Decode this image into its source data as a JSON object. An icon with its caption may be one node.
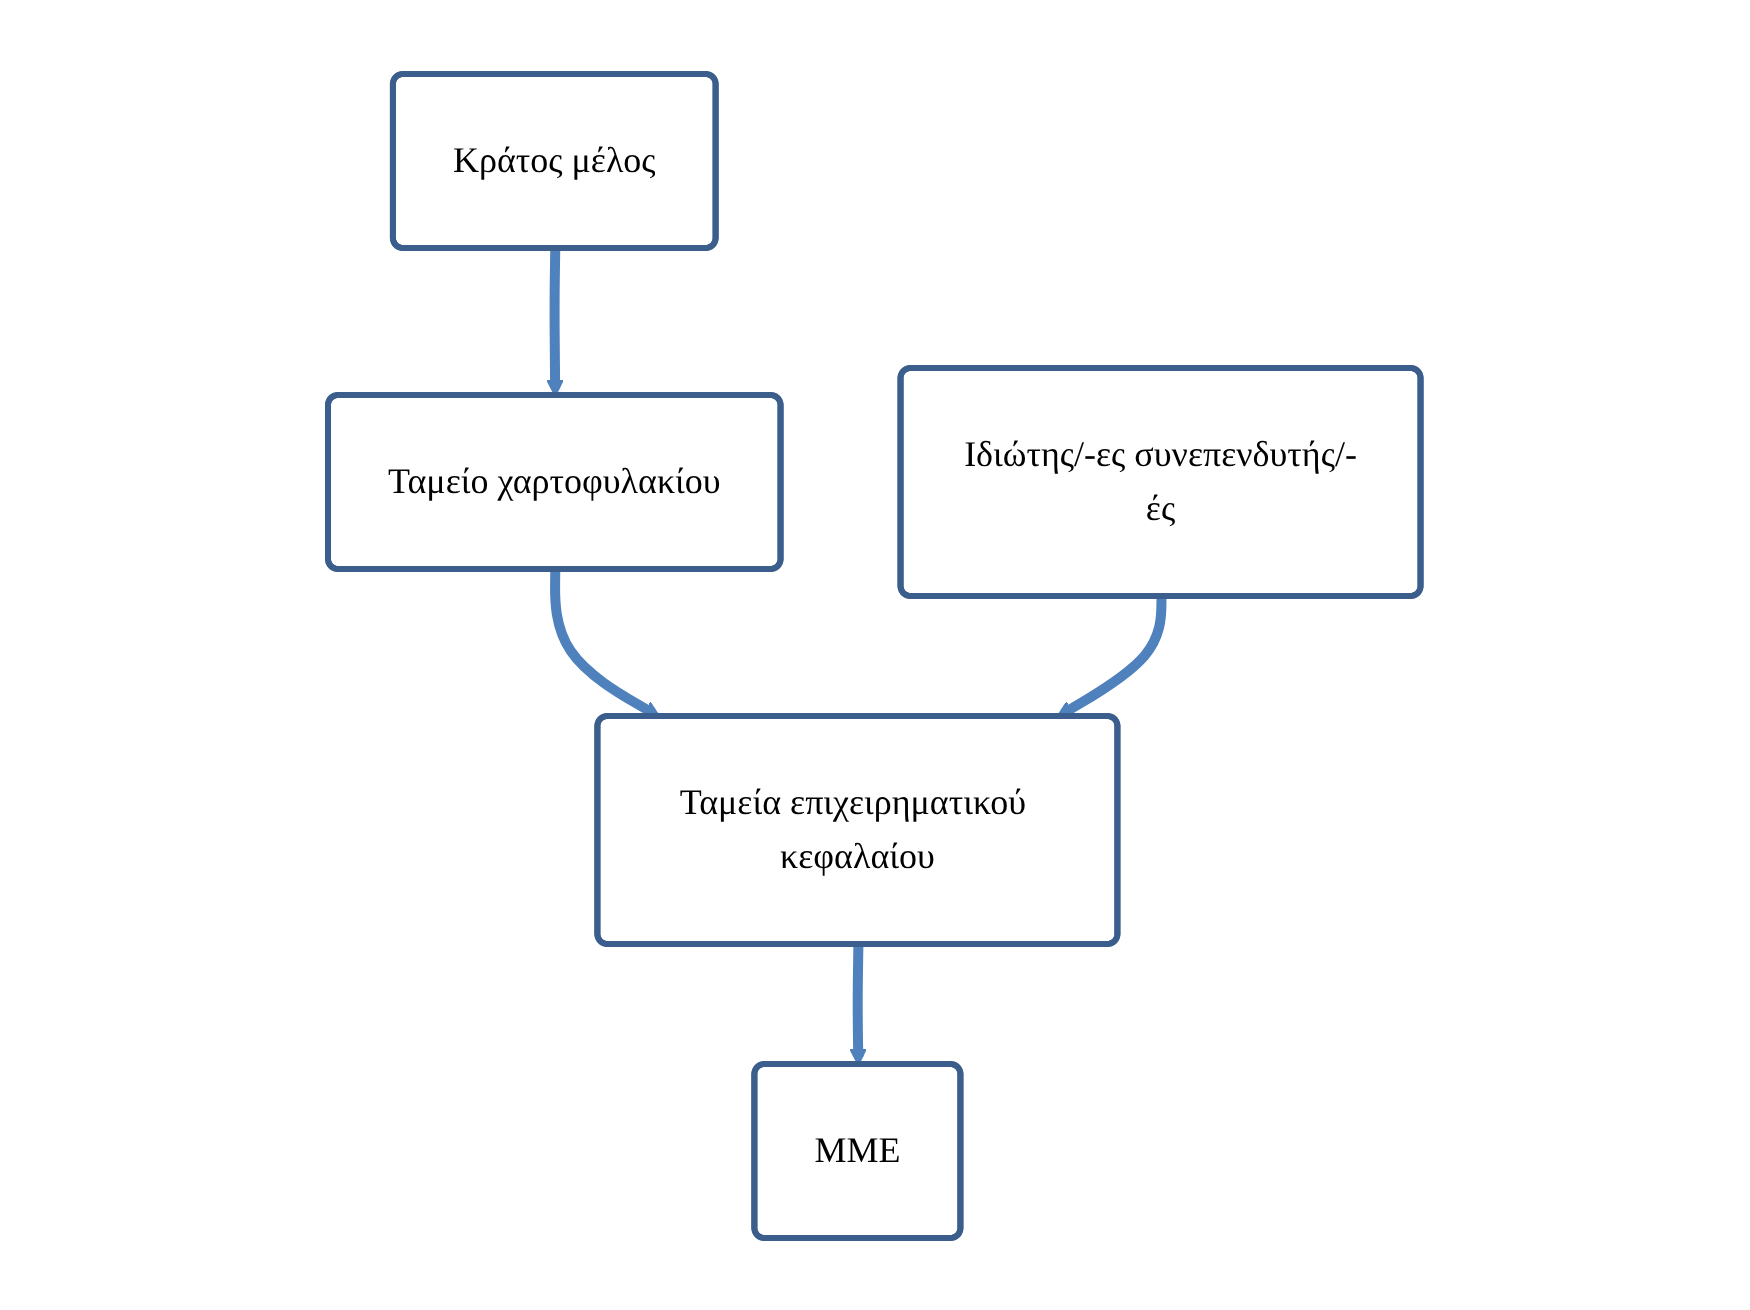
{
  "diagram": {
    "nodes": [
      {
        "text": [
          "Κράτος μέλος"
        ]
      },
      {
        "text": [
          "Ταμείο χαρτοφυλακίου"
        ]
      },
      {
        "text": [
          "Ιδιώτης/-ες συνεπενδυτής/-ές"
        ]
      },
      {
        "text": [
          "Ταμεία επιχειρηματικού κεφαλαίου"
        ]
      },
      {
        "text": [
          "ΜΜΕ"
        ]
      }
    ],
    "edges": [
      {
        "from": 0,
        "to": 1,
        "arrow": "to"
      },
      {
        "from": 1,
        "to": 3,
        "arrow": "to"
      },
      {
        "from": 2,
        "to": 3,
        "arrow": "to"
      },
      {
        "from": 3,
        "to": 4,
        "arrow": "to"
      }
    ]
  }
}
